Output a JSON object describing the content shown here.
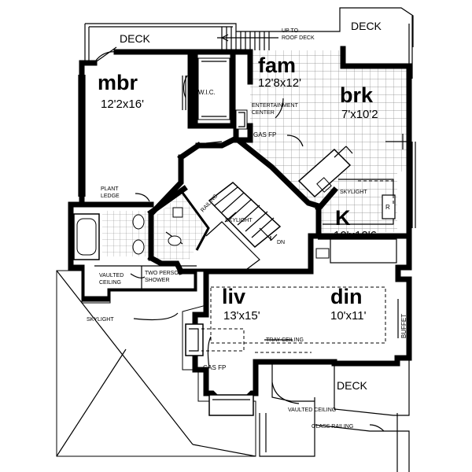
{
  "rooms": {
    "mbr": {
      "name": "mbr",
      "size": "12'2x16'"
    },
    "fam": {
      "name": "fam",
      "size": "12'8x12'"
    },
    "brk": {
      "name": "brk",
      "size": "7'x10'2"
    },
    "k": {
      "name": "K",
      "size": "10'x12'6"
    },
    "liv": {
      "name": "liv",
      "size": "13'x15'"
    },
    "din": {
      "name": "din",
      "size": "10'x11'"
    }
  },
  "labels": {
    "deck_top_left": "DECK",
    "deck_top_right": "DECK",
    "deck_bottom": "DECK",
    "up_to_roof_deck_1": "UP TO",
    "up_to_roof_deck_2": "ROOF DECK",
    "wic": "W.I.C.",
    "entertainment_1": "ENTERTAINMENT",
    "entertainment_2": "CENTER",
    "gas_fp_top": "GAS FP",
    "gas_fp_bottom": "GAS FP",
    "plant_ledge_1": "PLANT",
    "plant_ledge_2": "LEDGE",
    "railing": "RAILING",
    "skylight_stair": "SKYLIGHT",
    "skylight_kitchen": "SKYLIGHT",
    "skylight_left": "SKYLIGHT",
    "dn": "DN",
    "refrigerator": "R",
    "vaulted_ceiling_left_1": "VAULTED",
    "vaulted_ceiling_left_2": "CEILING",
    "two_person_shower_1": "TWO PERSON",
    "two_person_shower_2": "SHOWER",
    "tray_ceiling": "TRAY CEILING",
    "buffet": "BUFFET",
    "vaulted_ceiling_bottom": "VAULTED CEILING",
    "glass_railing": "GLASS RAILING"
  }
}
